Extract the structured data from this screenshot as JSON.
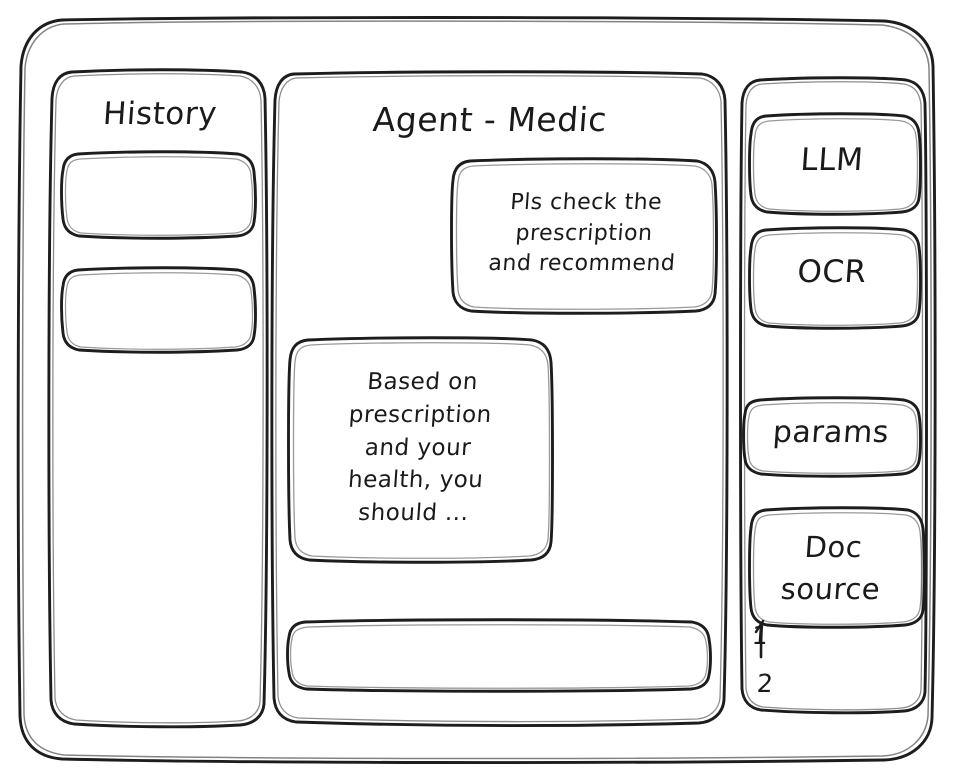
{
  "window": {
    "frame_label": "app-window"
  },
  "sidebar_left": {
    "title": "History",
    "items": [
      {
        "label": "",
        "name": "history-entry-1"
      },
      {
        "label": "",
        "name": "history-entry-2"
      }
    ]
  },
  "main": {
    "title": "Agent - Medic",
    "messages": [
      {
        "role": "user",
        "text": "Pls check the\nprescription\nand recommend"
      },
      {
        "role": "assistant",
        "text": "Based on\nprescription\nand your\nhealth, you\nshould ..."
      }
    ],
    "composer": {
      "value": "",
      "placeholder": ""
    }
  },
  "sidebar_right": {
    "buttons": [
      {
        "label": "LLM",
        "name": "llm-button"
      },
      {
        "label": "OCR",
        "name": "ocr-button"
      },
      {
        "label": "params",
        "name": "params-button"
      },
      {
        "label": "Doc\nsource",
        "name": "doc-source-button"
      }
    ],
    "doc_list": [
      {
        "label": "1"
      },
      {
        "label": "2"
      }
    ]
  },
  "colors": {
    "ink": "#1d1d1d",
    "background": "#ffffff"
  }
}
